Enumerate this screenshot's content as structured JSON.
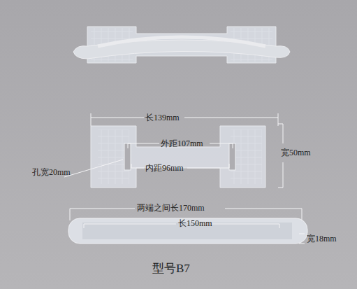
{
  "diagram": {
    "labels": [
      "长139mm",
      "外距107mm",
      "宽50mm",
      "内距96mm",
      "孔宽20mm",
      "两端之间长170mm",
      "长150mm",
      "宽18mm",
      "型号B7"
    ]
  }
}
